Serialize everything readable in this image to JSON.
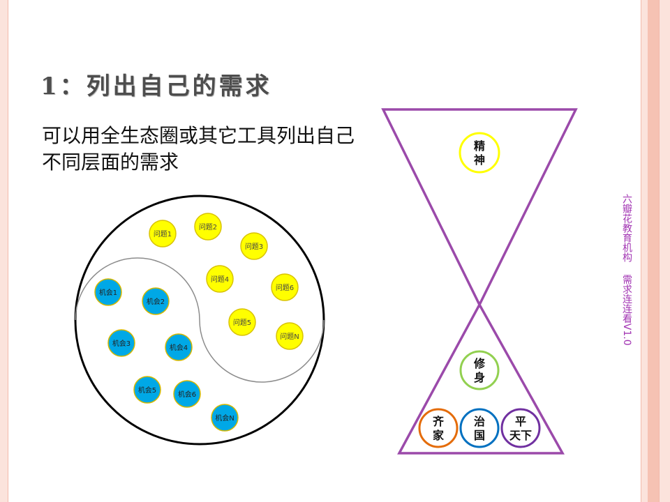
{
  "slide": {
    "title": "1：列出自己的需求",
    "subtitle": "可以用全生态圈或其它工具列出自己不同层面的需求",
    "side_note": "六瓣花教育机构    需求连连看V1.0"
  },
  "ecosystem": {
    "problems": [
      "问题1",
      "问题2",
      "问题3",
      "问题4",
      "问题5",
      "问题6",
      "问题N"
    ],
    "opportunities": [
      "机会1",
      "机会2",
      "机会3",
      "机会4",
      "机会5",
      "机会6",
      "机会N"
    ]
  },
  "hourglass": {
    "top": "精\n神",
    "middle": "修\n身",
    "bottom": [
      "齐\n家",
      "治\n国",
      "平\n天下"
    ]
  },
  "colors": {
    "title": "#4d4d4d",
    "problem_fill": "#ffff00",
    "problem_stroke": "#d9c300",
    "opportunity_fill": "#00a8e6",
    "opportunity_stroke": "#d6b800",
    "hourglass": "#9b4aaa",
    "jing_shen": "#ffff00",
    "xiu_shen": "#92d050",
    "qi_jia": "#e46c0a",
    "zhi_guo": "#0070c0",
    "ping_tian_xia": "#7030a0",
    "side_note": "#a235b3"
  }
}
